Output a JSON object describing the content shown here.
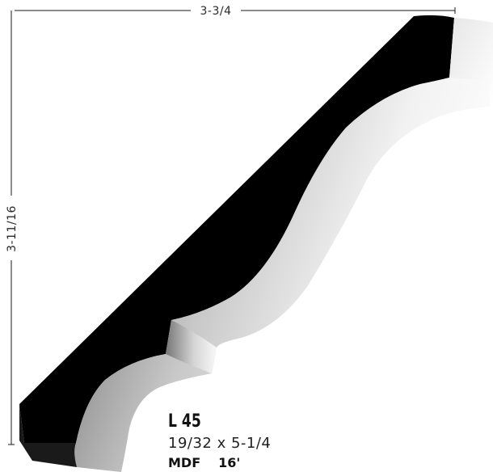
{
  "dimensions": {
    "width_label": "3-3/4",
    "height_label": "3-11/16"
  },
  "product": {
    "code": "L 45",
    "size": "19/32 x 5-1/4",
    "material": "MDF",
    "length": "16'"
  },
  "colors": {
    "molding_back": "#000000",
    "molding_face_light": "#ffffff",
    "molding_face_shadow": "#6e6e6e",
    "dimension_line": "#1a1a1a"
  }
}
